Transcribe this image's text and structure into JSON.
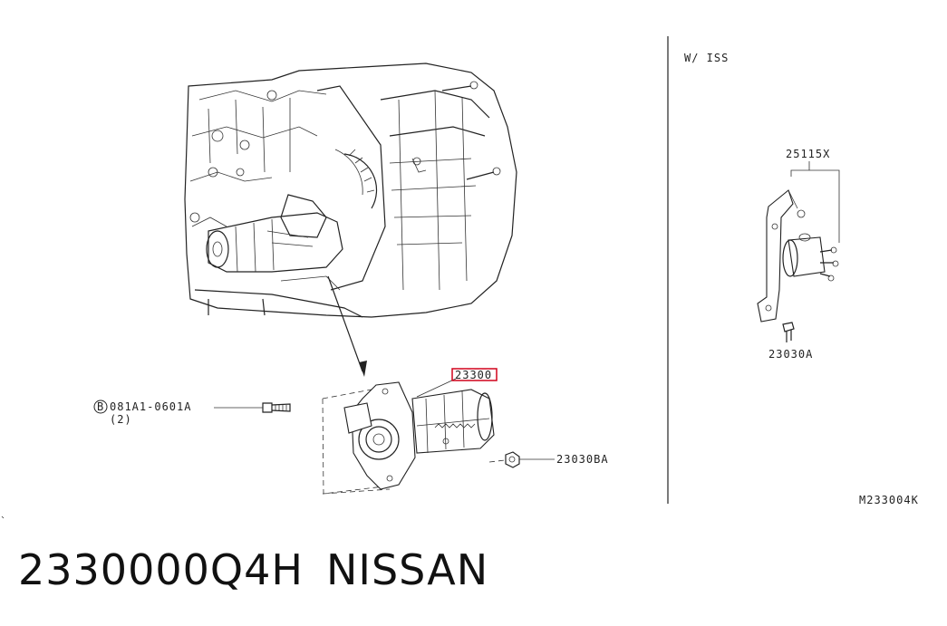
{
  "labels": {
    "variant": "W/ ISS",
    "bracket_part": "25115X",
    "bracket_bolt_part": "23030A",
    "starter_part": "23300",
    "bolt_symbol": "B",
    "bolt_part": "081A1-0601A",
    "bolt_qty": "(2)",
    "nut_part": "23030BA",
    "diagram_id": "M233004K"
  },
  "footer": {
    "part_number": "2330000Q4H",
    "brand": "NISSAN"
  },
  "colors": {
    "line": "#222222",
    "highlight": "#d0021b",
    "background": "#ffffff"
  }
}
